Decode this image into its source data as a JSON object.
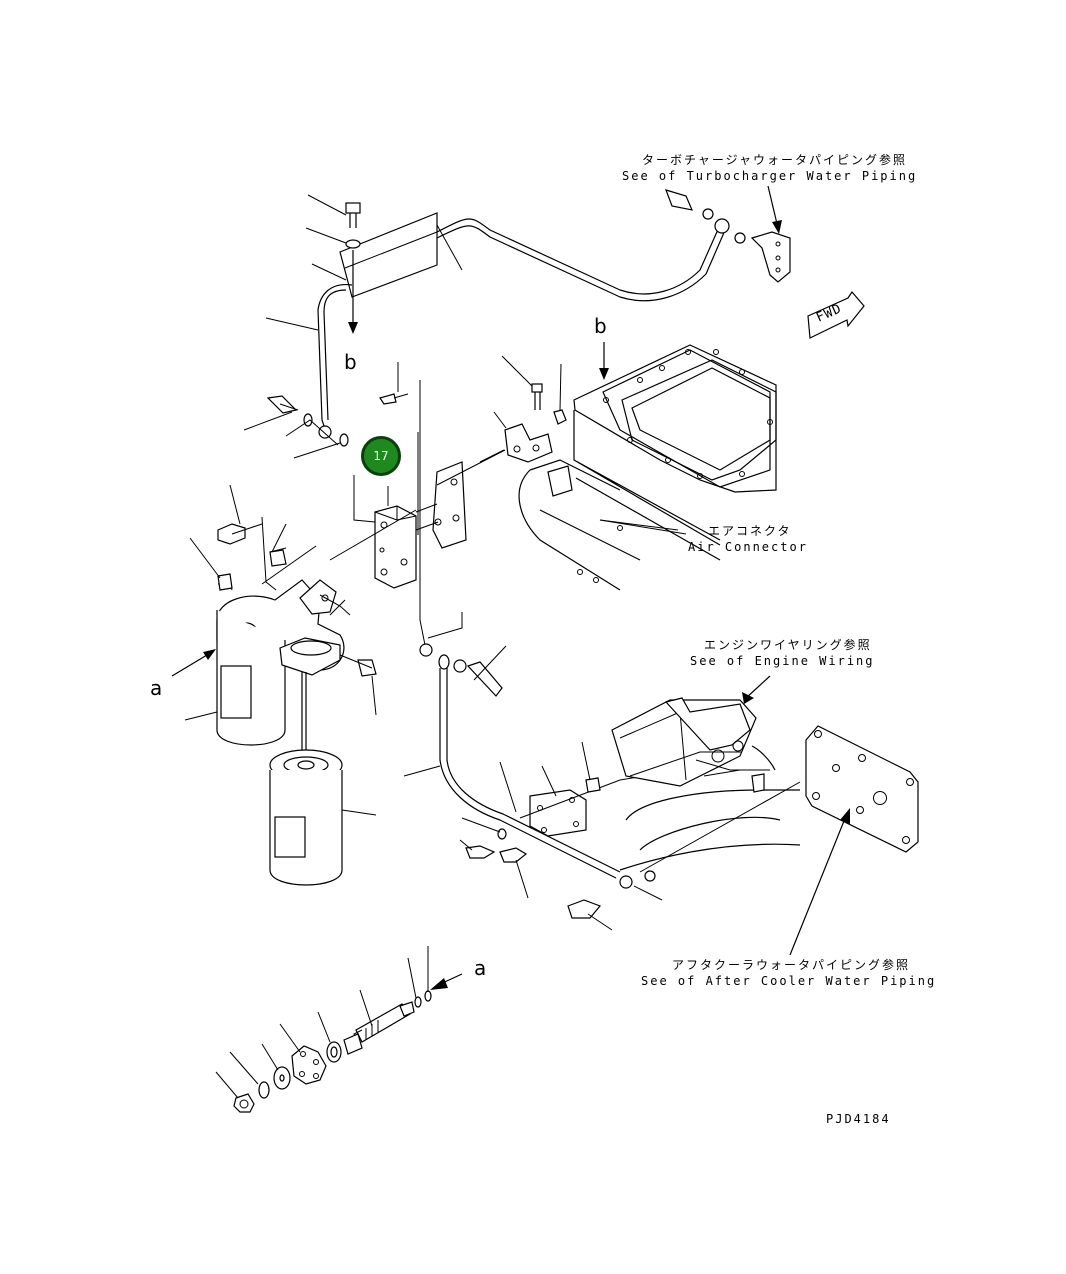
{
  "callouts": {
    "turbo_jp": "ターボチャージャウォータパイピング参照",
    "turbo_en": "See of Turbocharger Water Piping",
    "air_jp": "エアコネクタ",
    "air_en": "Air Connector",
    "engine_jp": "エンジンワイヤリング参照",
    "engine_en": "See of Engine Wiring",
    "after_jp": "アフタクーラウォータパイピング参照",
    "after_en": "See of After Cooler Water Piping"
  },
  "refs": {
    "b_upper_left": "b",
    "b_upper_right": "b",
    "a_left": "a",
    "a_lower": "a",
    "fwd": "FWD"
  },
  "part_badge": {
    "label": "17",
    "color": "#1e8a1e"
  },
  "drawing_id": "PJD4184"
}
